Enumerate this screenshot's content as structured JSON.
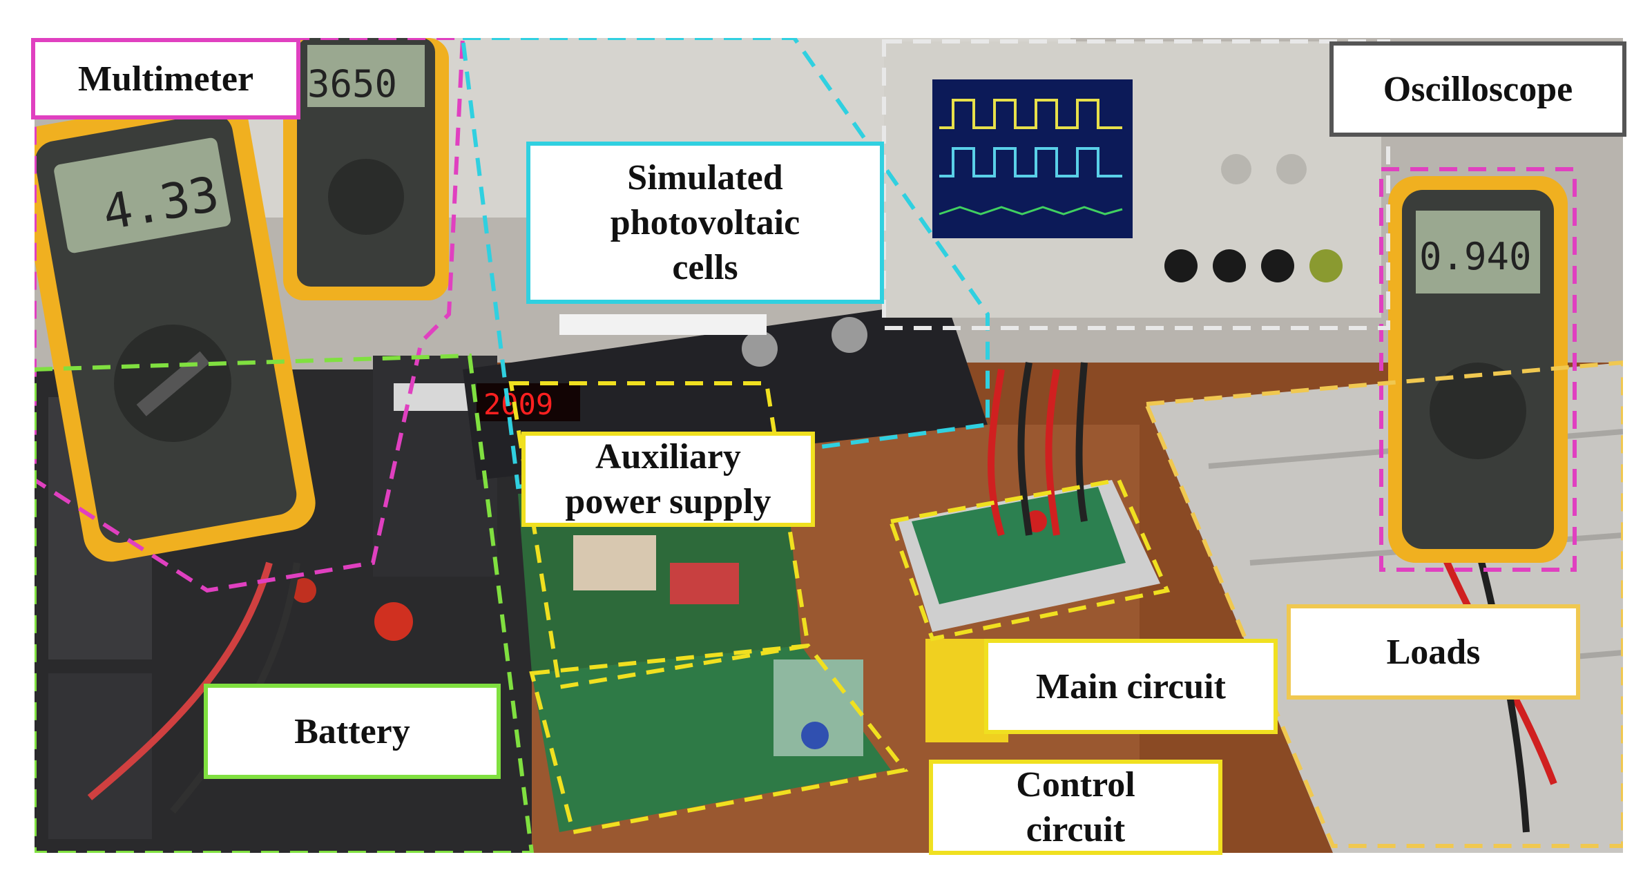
{
  "labels": {
    "multimeter": "Multimeter",
    "pv": "Simulated\nphotovoltaic\ncells",
    "oscilloscope": "Oscilloscope",
    "auxiliary": "Auxiliary\npower supply",
    "battery": "Battery",
    "main_circuit": "Main circuit",
    "loads": "Loads",
    "control": "Control\ncircuit"
  },
  "readouts": {
    "meter_left_main": "4.33",
    "meter_left_back": "3650",
    "meter_right": "0.940",
    "psu_display": "2009"
  },
  "colors": {
    "multimeter": "#e040c0",
    "pv": "#30d0e0",
    "oscilloscope": "#555555",
    "auxiliary": "#f0e020",
    "battery": "#80e040",
    "main_circuit": "#f0e020",
    "loads": "#f0c850",
    "control": "#f0e020"
  }
}
